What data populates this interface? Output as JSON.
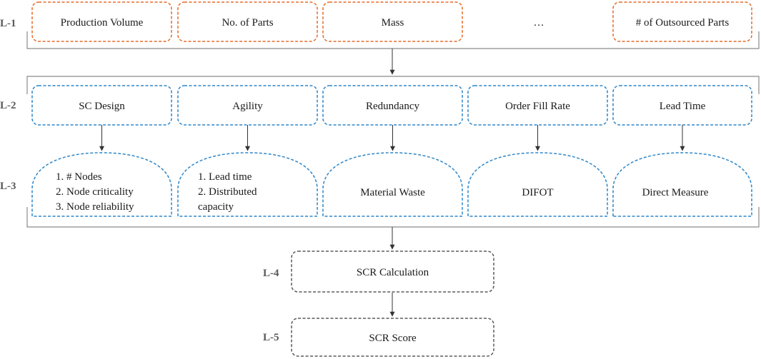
{
  "levels": {
    "l1": "L-1",
    "l2": "L-2",
    "l3": "L-3",
    "l4": "L-4",
    "l5": "L-5"
  },
  "level1": [
    "Production Volume",
    "No. of Parts",
    "Mass",
    "…",
    "# of Outsourced Parts"
  ],
  "level2": [
    "SC Design",
    "Agility",
    "Redundancy",
    "Order Fill Rate",
    "Lead Time"
  ],
  "level3": [
    [
      "1. # Nodes",
      "2. Node criticality",
      "3. Node reliability"
    ],
    [
      "1. Lead time",
      "2. Distributed",
      "capacity"
    ],
    [
      "Material Waste"
    ],
    [
      "DIFOT"
    ],
    [
      "Direct Measure"
    ]
  ],
  "level4": "SCR Calculation",
  "level5": "SCR Score",
  "colors": {
    "orange": "#e46c2a",
    "blue": "#2e86c8",
    "gray": "#5a5a5a",
    "bracket": "#8a8a8a",
    "arrow": "#333333"
  }
}
